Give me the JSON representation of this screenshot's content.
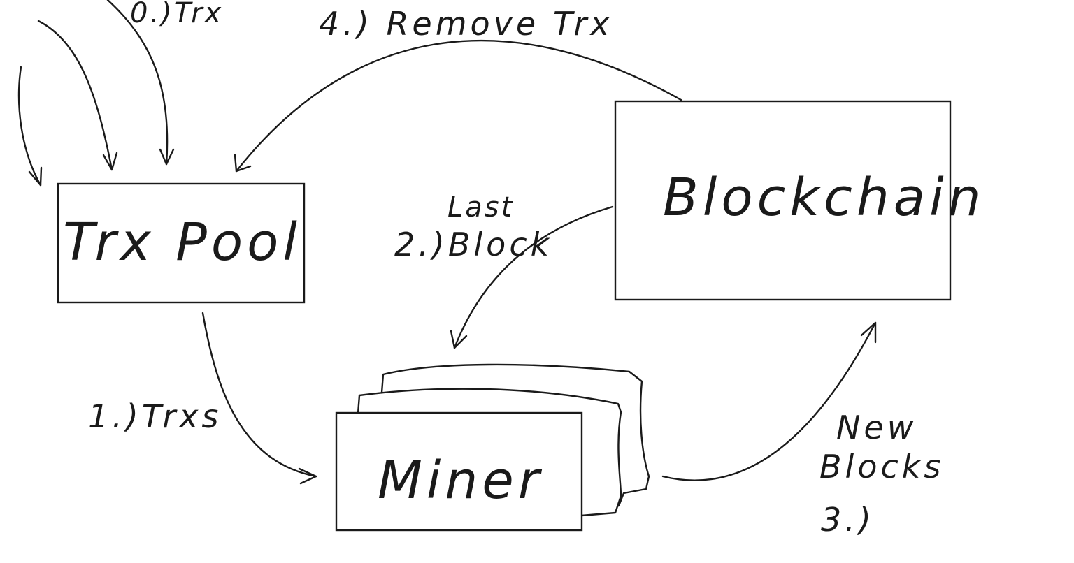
{
  "nodes": {
    "trx_pool": "Trx Pool",
    "blockchain": "Blockchain",
    "miner": "Miner"
  },
  "edges": {
    "incoming": "0.)Trx",
    "trxs": "1.)Trxs",
    "last_block_top": "Last",
    "last_block_bottom": "2.)Block",
    "new_blocks_top": "New",
    "new_blocks_mid": "Blocks",
    "new_blocks_num": "3.)",
    "remove": "4.) Remove Trx"
  }
}
